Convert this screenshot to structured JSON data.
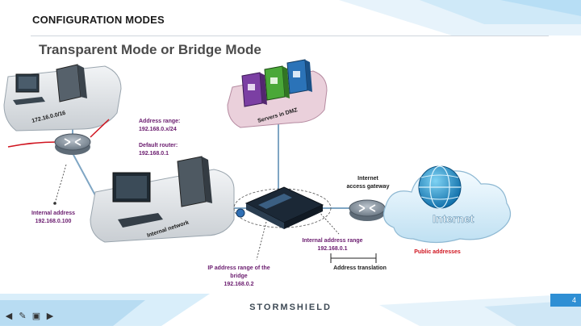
{
  "header": {
    "title": "CONFIGURATION MODES"
  },
  "slide": {
    "title": "Transparent Mode or Bridge Mode"
  },
  "labels": {
    "lan_subnet": "172.16.0.0/16",
    "address_range_title": "Address range:",
    "address_range_value": "192.168.0.x/24",
    "default_router_title": "Default router:",
    "default_router_value": "192.168.0.1",
    "internal_address_title": "Internal address",
    "internal_address_value": "192.168.0.100",
    "internal_network": "Internal network",
    "servers_dmz": "Servers in DMZ",
    "gateway_line1": "Internet",
    "gateway_line2": "access gateway",
    "internet": "Internet",
    "gw_internal_title": "Internal address range",
    "gw_internal_value": "192.168.0.1",
    "public_addresses": "Public addresses",
    "address_translation": "Address translation",
    "bridge_line1": "IP address range of the",
    "bridge_line2": "bridge",
    "bridge_value": "192.168.0.2"
  },
  "footer": {
    "brand": "STORMSHIELD",
    "page": "4"
  },
  "colors": {
    "purple": "#6a1b6e",
    "red": "#d0141f",
    "accent": "#2f8fd4"
  },
  "icons": [
    "arrow-left-icon",
    "pen-icon",
    "monitor-icon",
    "arrow-right-icon"
  ]
}
